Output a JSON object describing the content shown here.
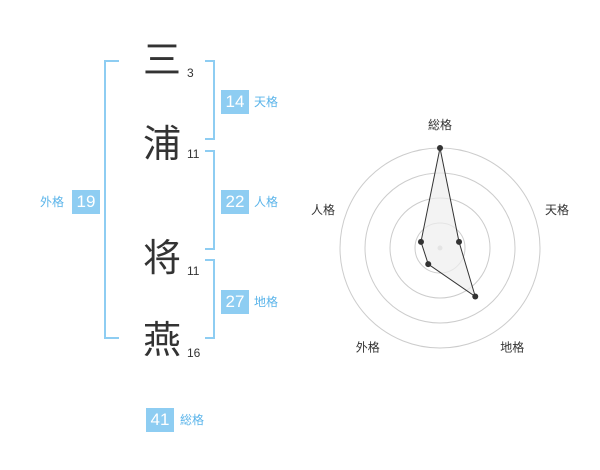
{
  "name": {
    "characters": [
      {
        "char": "三",
        "strokes": "3"
      },
      {
        "char": "浦",
        "strokes": "11"
      },
      {
        "char": "将",
        "strokes": "11"
      },
      {
        "char": "燕",
        "strokes": "16"
      }
    ]
  },
  "scores": {
    "tenkaku": {
      "value": "14",
      "label": "天格"
    },
    "jinkaku": {
      "value": "22",
      "label": "人格"
    },
    "chikaku": {
      "value": "27",
      "label": "地格"
    },
    "gaikaku": {
      "value": "19",
      "label": "外格"
    },
    "soukaku": {
      "value": "41",
      "label": "総格"
    }
  },
  "colors": {
    "accent": "#8ecdf2",
    "label": "#5ab4ea",
    "radar_fill": "#eeeeee",
    "radar_line": "#333333",
    "grid": "#cccccc"
  },
  "chart_data": {
    "type": "radar",
    "axes": [
      "総格",
      "天格",
      "地格",
      "外格",
      "人格"
    ],
    "values": [
      5,
      1,
      3,
      1,
      1
    ],
    "rmax": 5,
    "rings": 4,
    "grid": true
  }
}
